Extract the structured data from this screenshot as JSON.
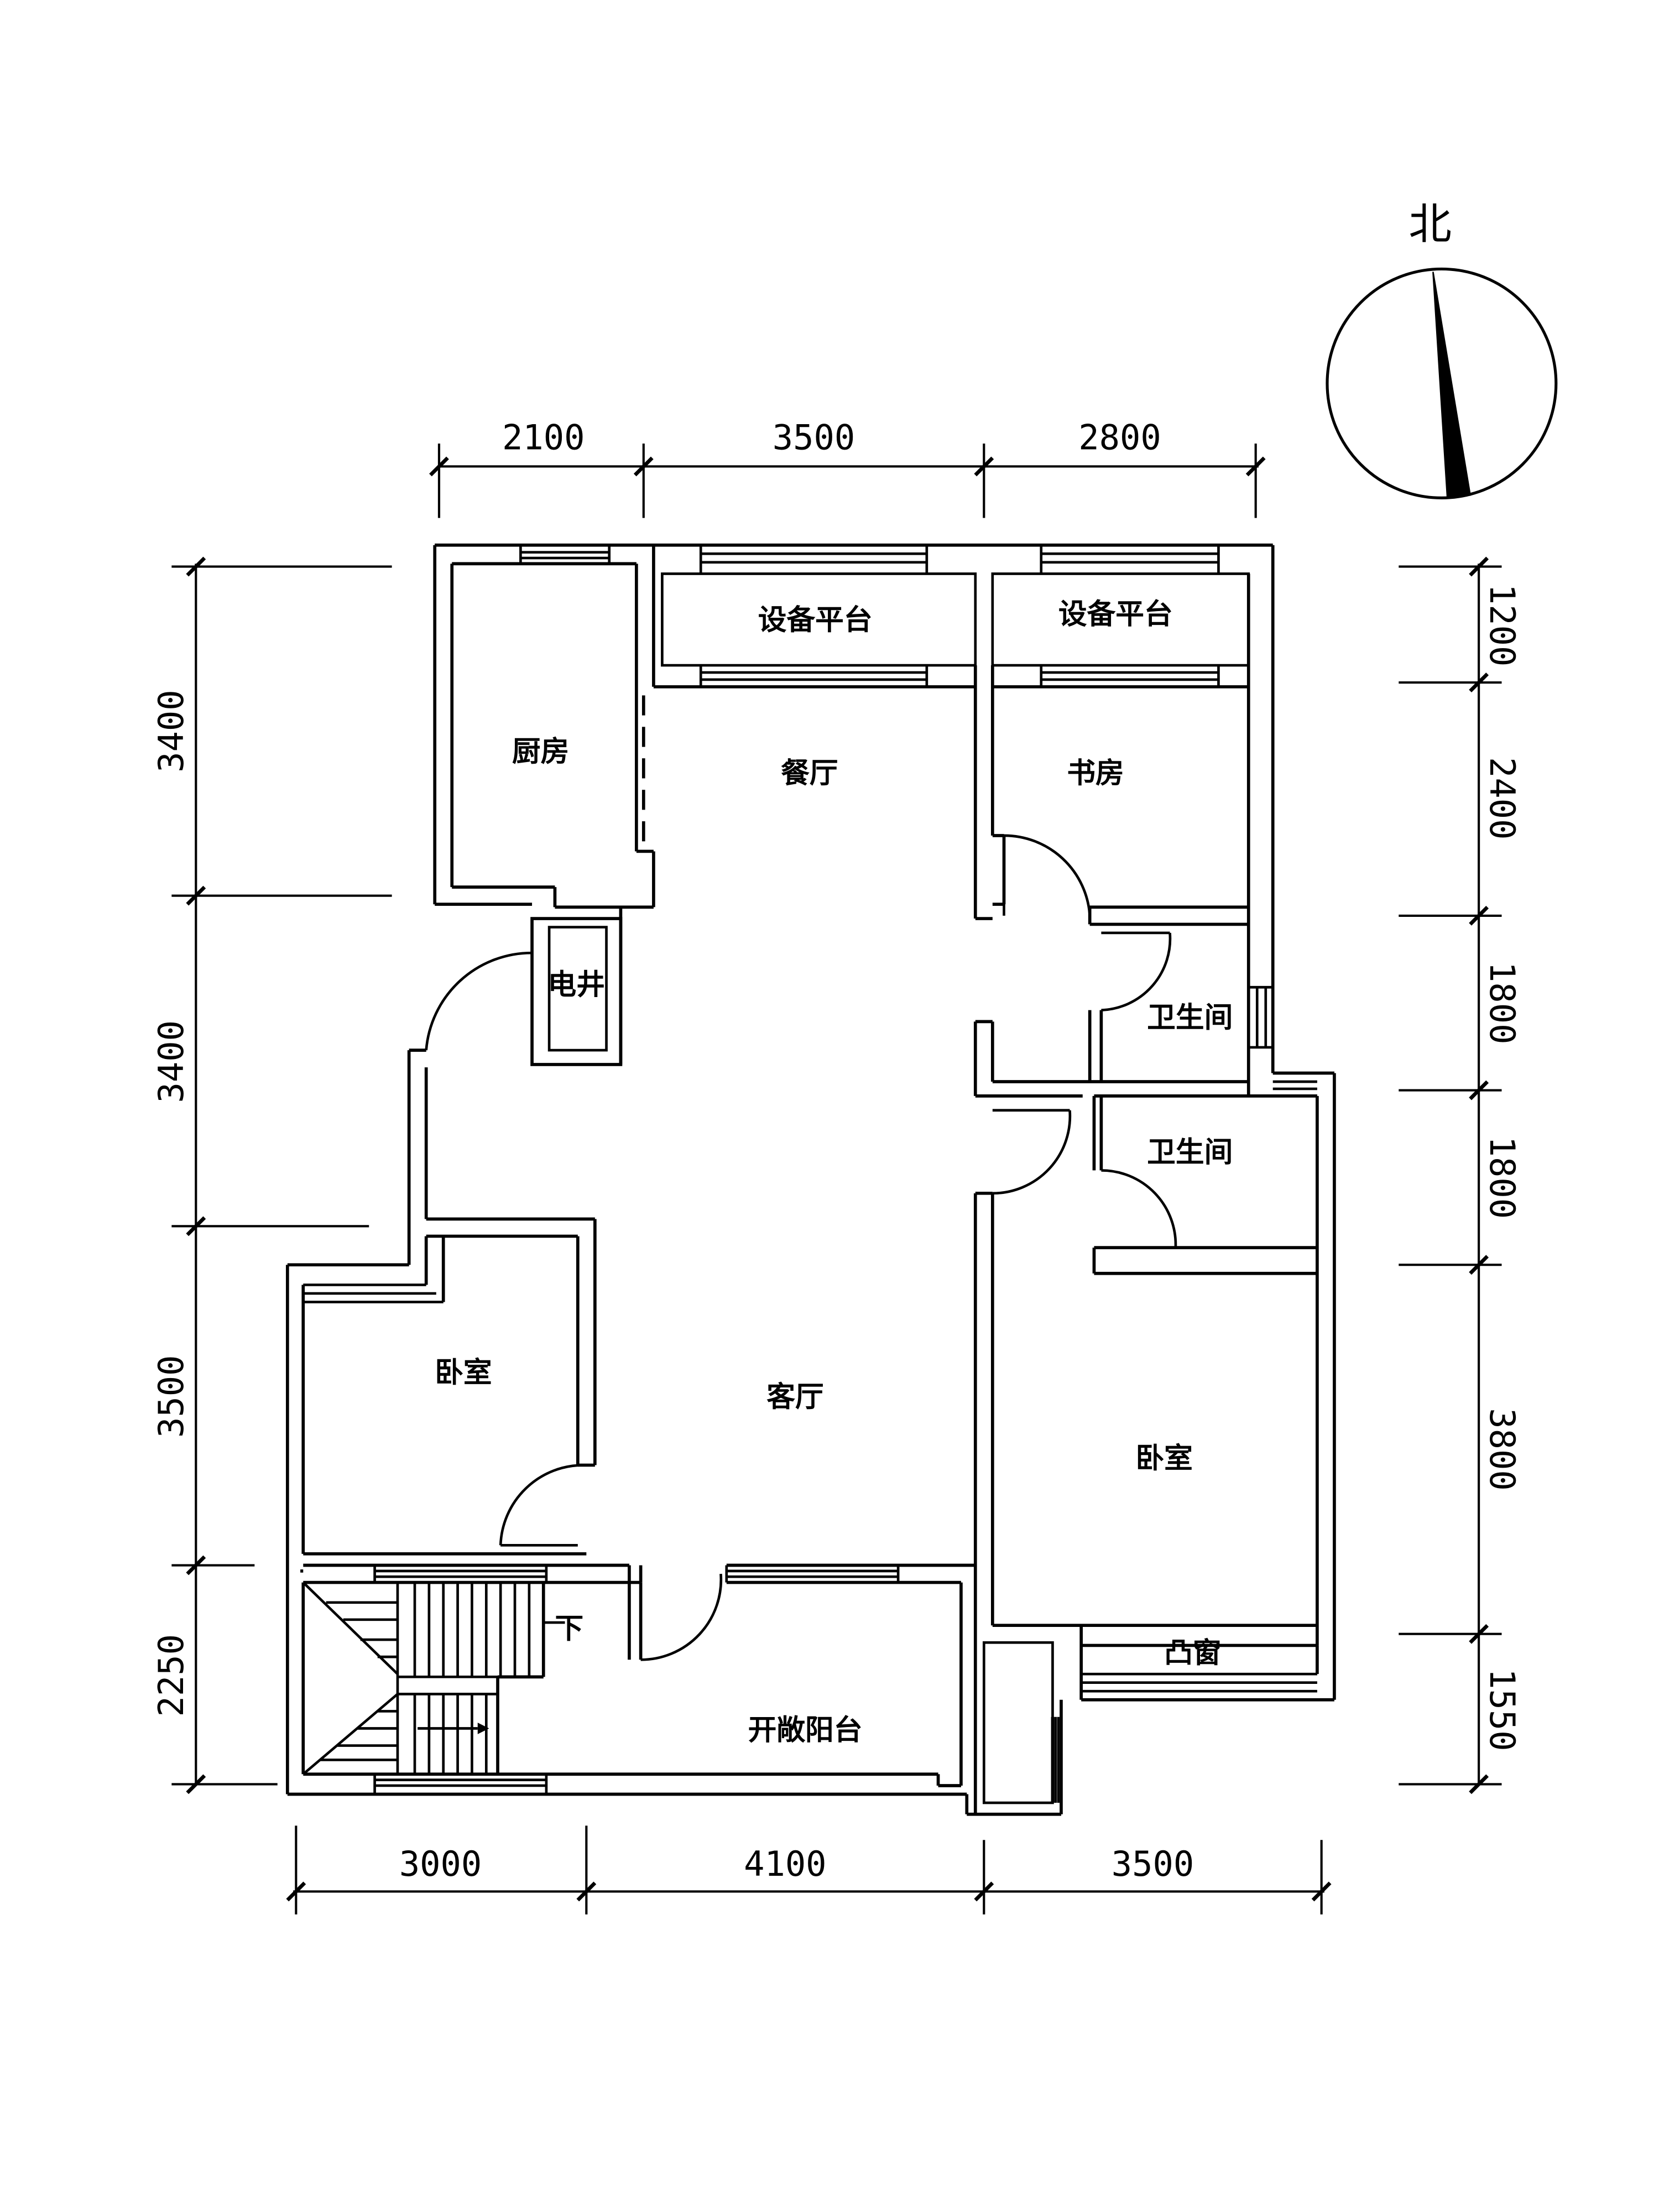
{
  "rooms": {
    "equipment_platform_1": "设备平台",
    "equipment_platform_2": "设备平台",
    "kitchen": "厨房",
    "dining": "餐厅",
    "study": "书房",
    "electrical_shaft": "电井",
    "bathroom_1": "卫生间",
    "bathroom_2": "卫生间",
    "bedroom_left": "卧室",
    "living": "客厅",
    "bedroom_right": "卧室",
    "bay_window": "凸窗",
    "open_balcony": "开敞阳台",
    "stair_down": "下"
  },
  "dimensions": {
    "top": [
      "2100",
      "3500",
      "2800"
    ],
    "bottom": [
      "3000",
      "4100",
      "3500"
    ],
    "left": [
      "3400",
      "3400",
      "3500",
      "2250"
    ],
    "right": [
      "1200",
      "2400",
      "1800",
      "1800",
      "3800",
      "1550"
    ]
  },
  "north_label": "北"
}
